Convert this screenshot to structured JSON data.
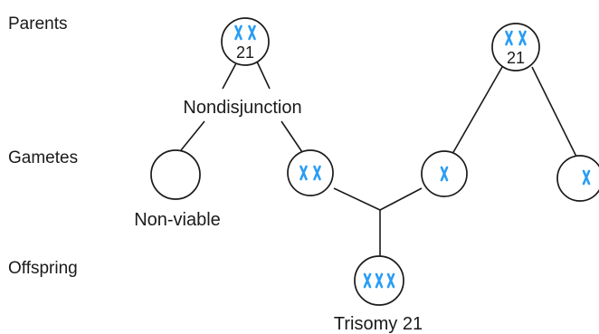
{
  "rows": {
    "parents": "Parents",
    "gametes": "Gametes",
    "offspring": "Offspring"
  },
  "parent_left": {
    "number": "21",
    "chromosomes": 2
  },
  "parent_right": {
    "number": "21",
    "chromosomes": 2
  },
  "event_label": "Nondisjunction",
  "gametes": [
    {
      "id": "gamete-empty",
      "chromosomes": 0,
      "caption": "Non-viable"
    },
    {
      "id": "gamete-disomic",
      "chromosomes": 2
    },
    {
      "id": "gamete-normal-a",
      "chromosomes": 1
    },
    {
      "id": "gamete-normal-b",
      "chromosomes": 1
    }
  ],
  "offspring": {
    "chromosomes": 3,
    "caption": "Trisomy 21"
  },
  "colors": {
    "chromosome": "#2a9df4",
    "line": "#1a1a1a"
  },
  "icons": {
    "chromosome": "chromosome-icon"
  }
}
